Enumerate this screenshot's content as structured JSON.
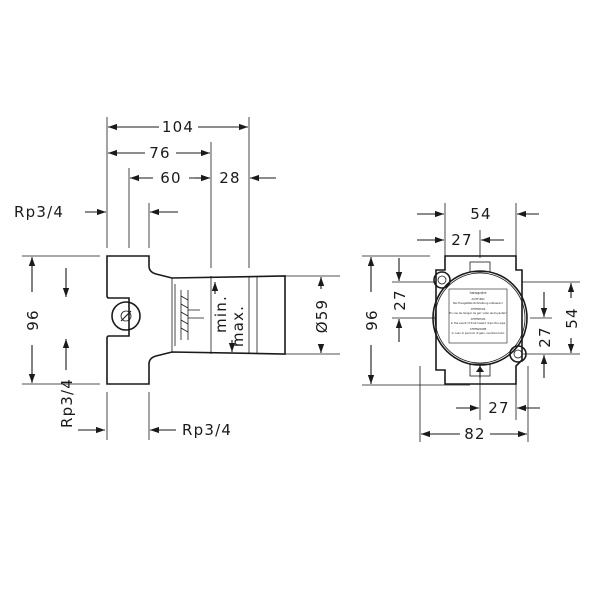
{
  "side_view": {
    "width_total": "104",
    "width_76": "76",
    "width_60": "60",
    "width_28": "28",
    "thread_top": "Rp3/4",
    "thread_bottom_left": "Rp3/4",
    "thread_bottom_right": "Rp3/4",
    "height": "96",
    "diameter": "Ø59",
    "min_label": "min.",
    "max_label": "max."
  },
  "front_view": {
    "width_54": "54",
    "width_27_top": "27",
    "height_96": "96",
    "height_27_left": "27",
    "height_54": "54",
    "height_27_right": "27",
    "width_27_bottom": "27",
    "width_82": "82",
    "label_brand": "hansgrohe",
    "label_lines": [
      "ACHTUNG",
      "Bei Fussgefälle Rohrleitung entleeren!",
      "ATTENTION",
      "En cas de danger de gel: vider les tuyauter!",
      "ATTENTION",
      "In the event of frost hazard drain the pipe",
      "ATTENZIONE",
      "In caso di pericolo di gelo, svuotare tubo"
    ]
  }
}
